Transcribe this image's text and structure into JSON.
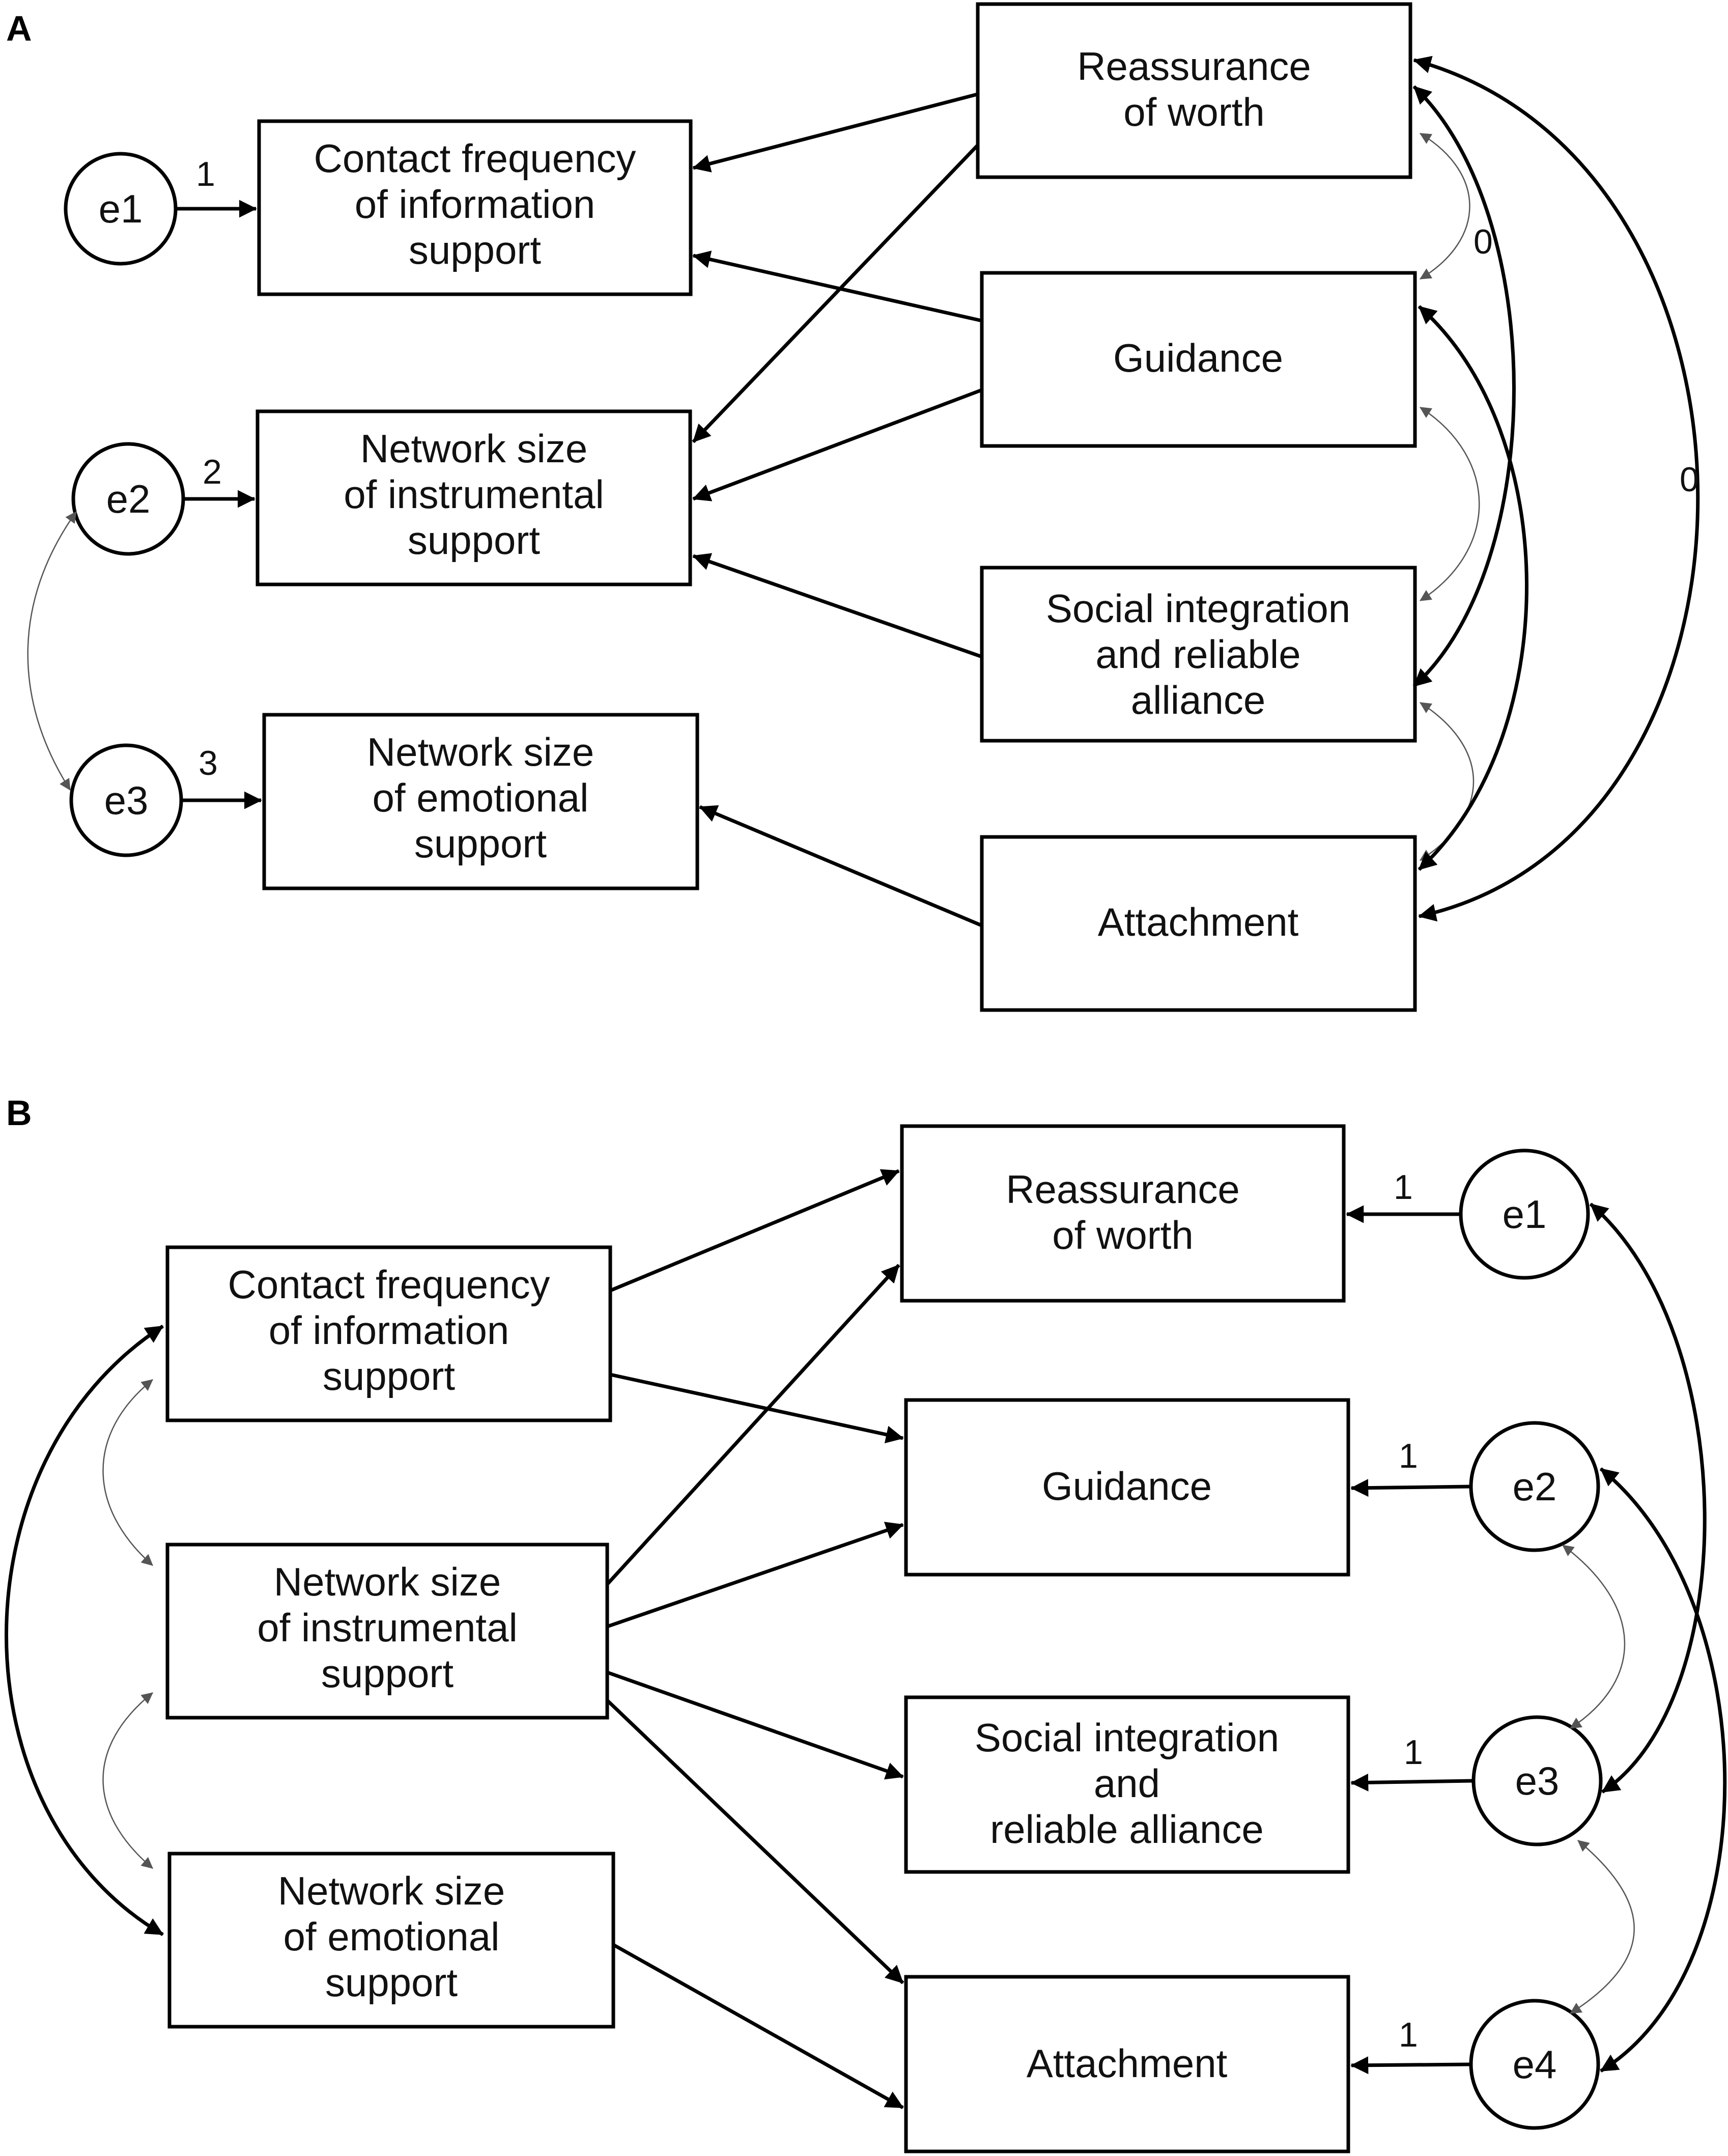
{
  "panel_a": {
    "label": "A",
    "left_nodes": [
      {
        "lines": [
          "Contact frequency",
          "of information",
          "support"
        ]
      },
      {
        "lines": [
          "Network size",
          "of instrumental",
          "support"
        ]
      },
      {
        "lines": [
          "Network size",
          "of emotional",
          "support"
        ]
      }
    ],
    "right_nodes": [
      {
        "lines": [
          "Reassurance",
          "of worth"
        ]
      },
      {
        "lines": [
          "Guidance"
        ]
      },
      {
        "lines": [
          "Social integration",
          "and reliable",
          "alliance"
        ]
      },
      {
        "lines": [
          "Attachment"
        ]
      }
    ],
    "errors": [
      "e1",
      "e2",
      "e3"
    ],
    "error_weights": [
      "1",
      "2",
      "3"
    ],
    "covariance_labels": [
      "0",
      "0"
    ]
  },
  "panel_b": {
    "label": "B",
    "left_nodes": [
      {
        "lines": [
          "Contact frequency",
          "of information",
          "support"
        ]
      },
      {
        "lines": [
          "Network size",
          "of instrumental",
          "support"
        ]
      },
      {
        "lines": [
          "Network size",
          "of emotional",
          "support"
        ]
      }
    ],
    "right_nodes": [
      {
        "lines": [
          "Reassurance",
          "of worth"
        ]
      },
      {
        "lines": [
          "Guidance"
        ]
      },
      {
        "lines": [
          "Social integration",
          "and",
          "reliable alliance"
        ]
      },
      {
        "lines": [
          "Attachment"
        ]
      }
    ],
    "errors": [
      "e1",
      "e2",
      "e3",
      "e4"
    ],
    "error_weights": [
      "1",
      "1",
      "1",
      "1"
    ]
  }
}
